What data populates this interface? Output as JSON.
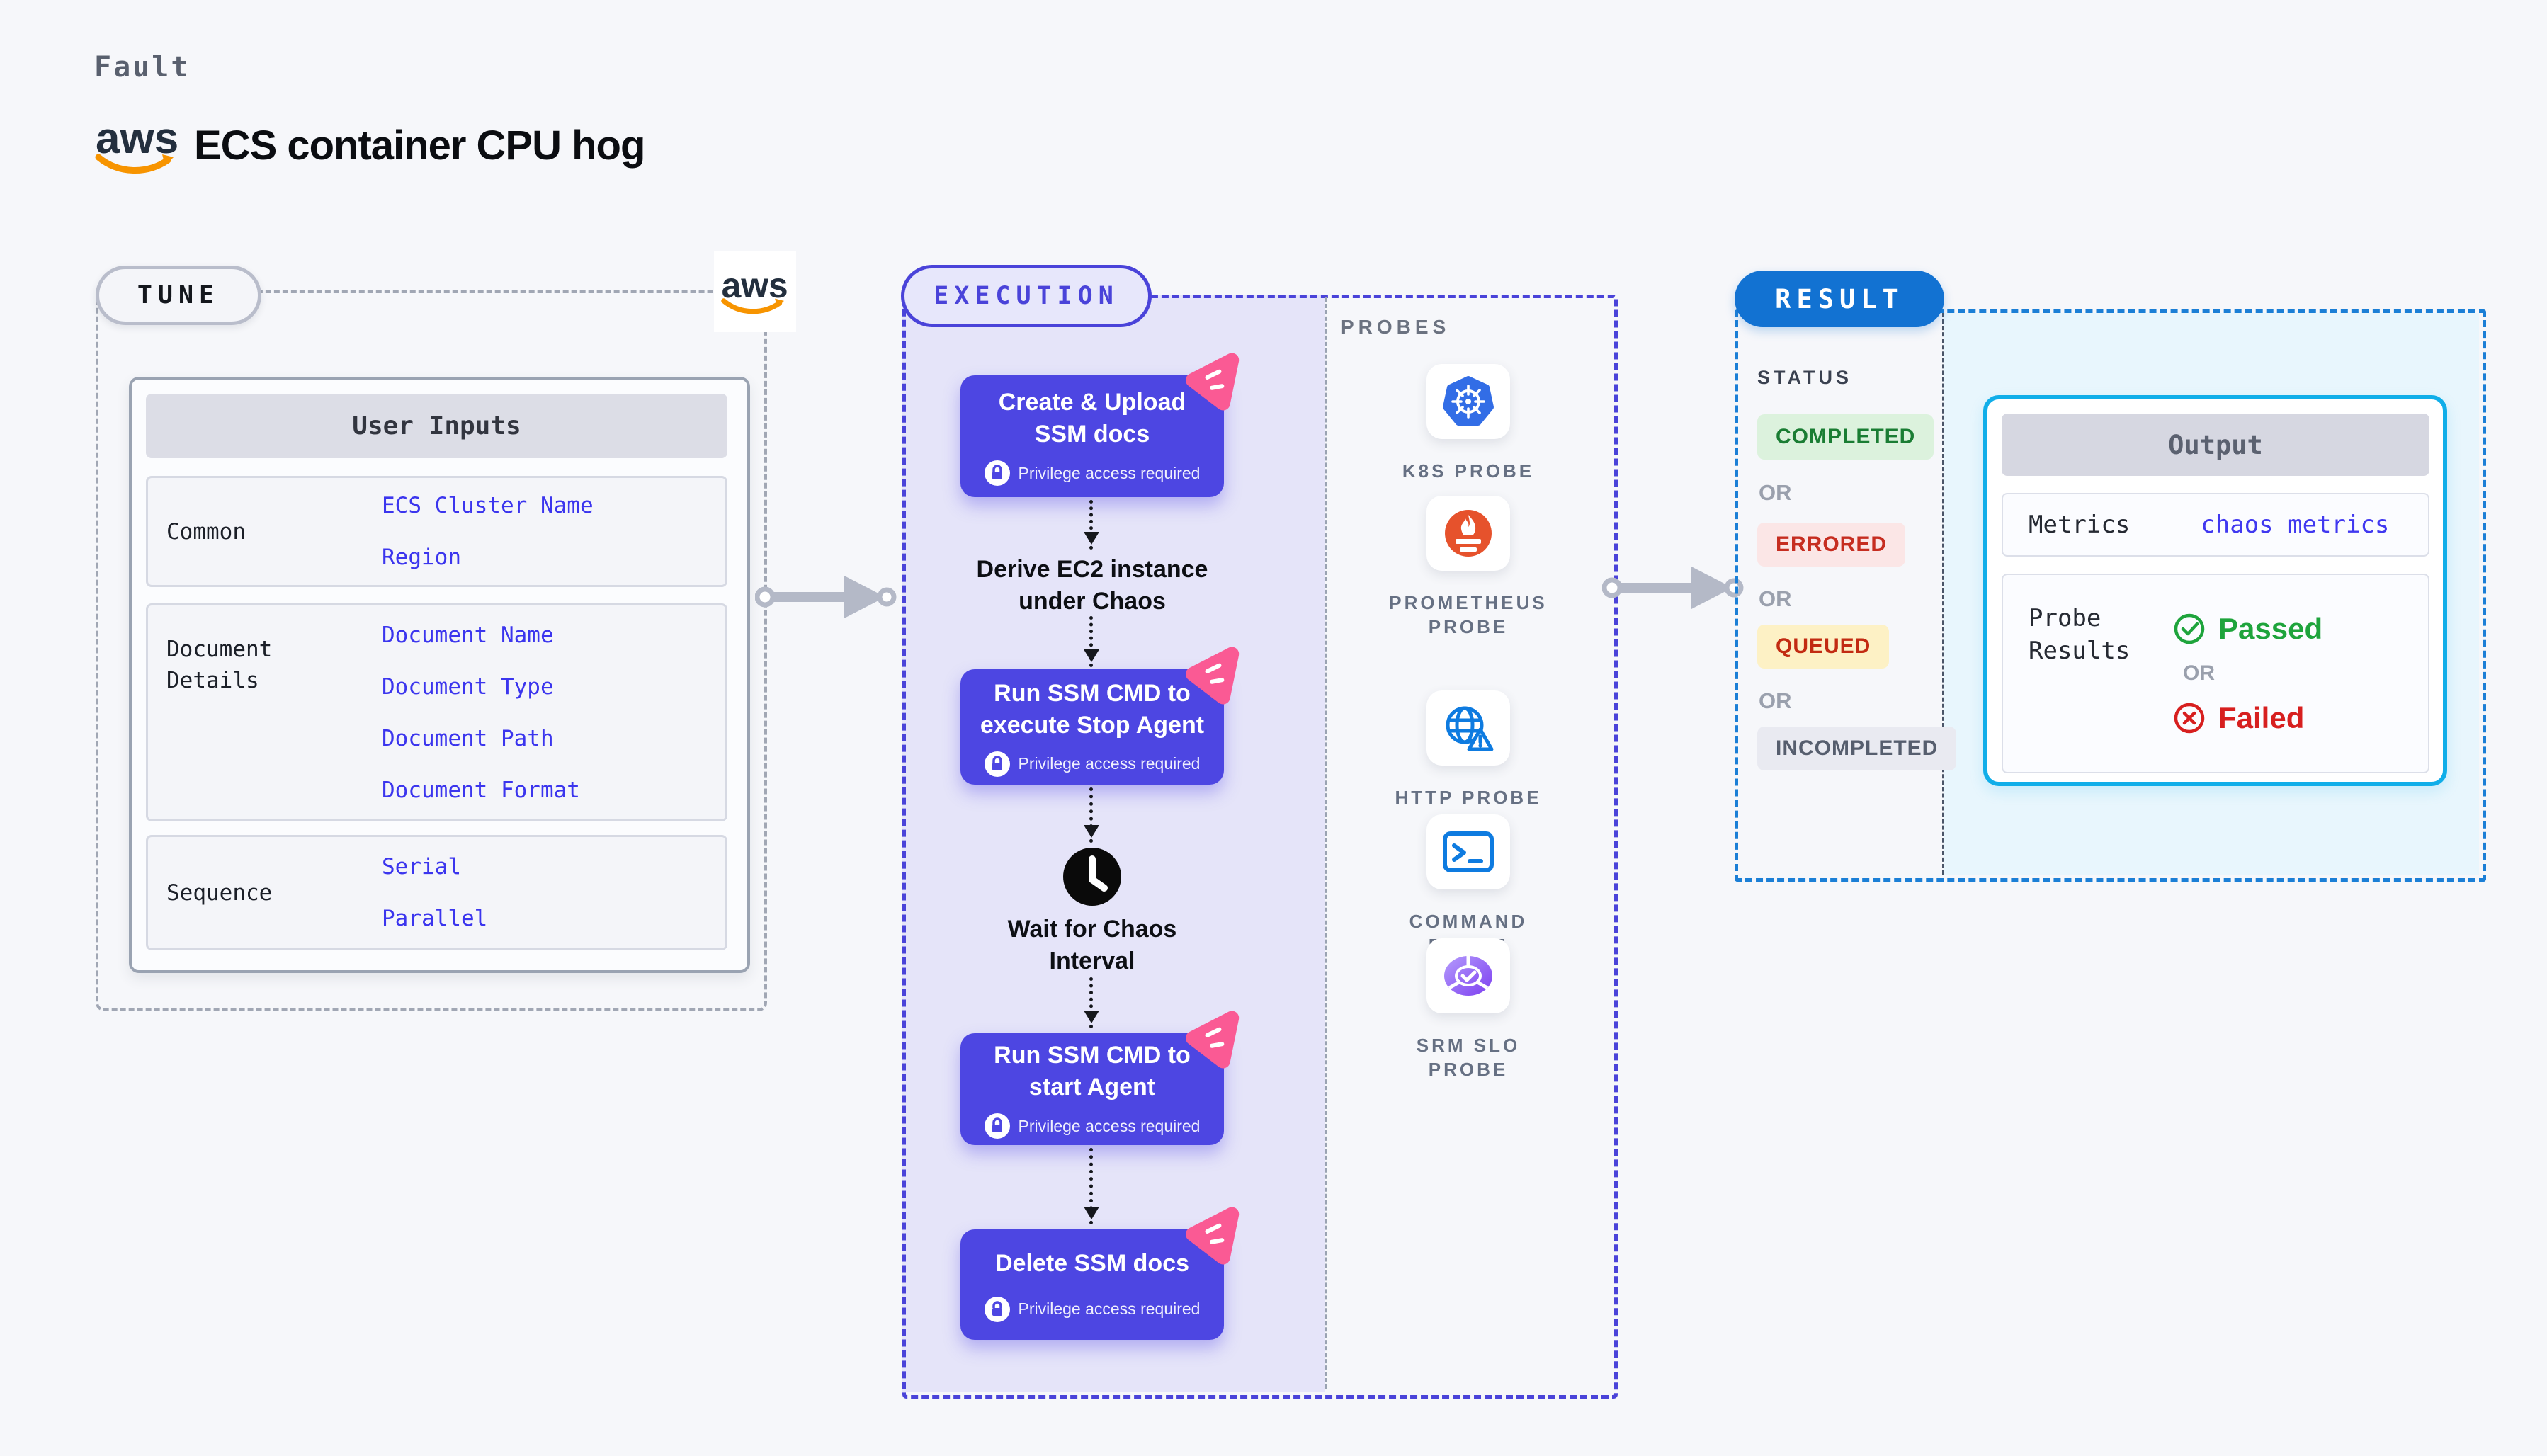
{
  "header": {
    "fault_label": "Fault",
    "title": "ECS container CPU hog",
    "aws_logo_text": "aws"
  },
  "tune": {
    "pill": "TUNE",
    "table": {
      "header": "User Inputs",
      "rows": [
        {
          "label": "Common",
          "links": [
            "ECS Cluster Name",
            "Region"
          ]
        },
        {
          "label": "Document\nDetails",
          "links": [
            "Document Name",
            "Document Type",
            "Document Path",
            "Document Format"
          ]
        },
        {
          "label": "Sequence",
          "links": [
            "Serial",
            "Parallel"
          ]
        }
      ]
    }
  },
  "execution": {
    "pill": "EXECUTION",
    "nodes": [
      {
        "title": "Create & Upload\nSSM docs",
        "badge": "Privilege access required"
      },
      {
        "title": "Run SSM CMD to\nexecute Stop Agent",
        "badge": "Privilege access required"
      },
      {
        "title": "Run SSM CMD to\nstart Agent",
        "badge": "Privilege access required"
      },
      {
        "title": "Delete SSM docs",
        "badge": "Privilege access required"
      }
    ],
    "derive_text": "Derive EC2 instance\nunder Chaos",
    "wait_text": "Wait for Chaos\nInterval"
  },
  "probes": {
    "label": "PROBES",
    "items": [
      {
        "icon": "k8s-icon",
        "label": "K8S PROBE"
      },
      {
        "icon": "prometheus-icon",
        "label": "PROMETHEUS PROBE"
      },
      {
        "icon": "http-icon",
        "label": "HTTP PROBE"
      },
      {
        "icon": "command-icon",
        "label": "COMMAND PROBE"
      },
      {
        "icon": "srm-slo-icon",
        "label": "SRM SLO PROBE"
      }
    ]
  },
  "result": {
    "pill": "RESULT",
    "status_heading": "STATUS",
    "or_label": "OR",
    "statuses": [
      {
        "label": "COMPLETED",
        "fg": "#1a7d33",
        "bg": "#dcf2dd"
      },
      {
        "label": "ERRORED",
        "fg": "#c62d20",
        "bg": "#fbe6e6"
      },
      {
        "label": "QUEUED",
        "fg": "#c22b12",
        "bg": "#fdf1c5"
      },
      {
        "label": "INCOMPLETED",
        "fg": "#565e6e",
        "bg": "#e9eaf1"
      }
    ],
    "output": {
      "header": "Output",
      "metrics_label": "Metrics",
      "metrics_link": "chaos metrics",
      "probe_results_label": "Probe\nResults",
      "passed_label": "Passed",
      "or_label": "OR",
      "failed_label": "Failed"
    }
  },
  "colors": {
    "page_bg": "#f6f7fa",
    "node_indigo": "#4d46e2",
    "execution_border": "#4a43d9",
    "execution_fill": "#e5e4f9",
    "result_border": "#1b7fd6",
    "result_fill": "#e8f6fd",
    "result_pill": "#1272d2",
    "link_blue": "#3b35ee",
    "pink_spark": "#fa5a94",
    "aws_orange": "#f79400",
    "k8s_blue": "#326de6",
    "prometheus_orange": "#e6522c",
    "probe_blue": "#0e7be0",
    "passed_green": "#1ea43c",
    "failed_red": "#d71f1f"
  }
}
